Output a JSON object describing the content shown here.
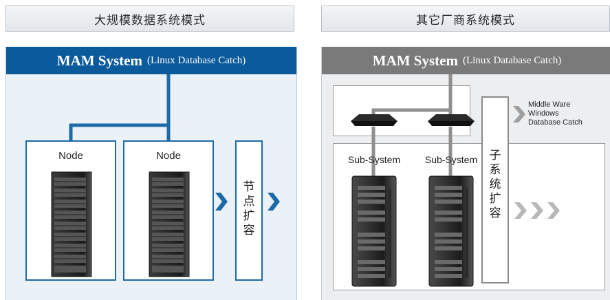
{
  "left": {
    "tab_title": "大规模数据系统模式",
    "header_main": "MAM System",
    "header_sub": "(Linux Database Catch)",
    "node_label_1": "Node",
    "node_label_2": "Node",
    "expand_label": [
      "节",
      "点",
      "扩",
      "容"
    ],
    "accent_color": "#0a5a9c"
  },
  "right": {
    "tab_title": "其它厂商系统模式",
    "header_main": "MAM System",
    "header_sub": "(Linux Database Catch)",
    "sub_label_1": "Sub-System",
    "sub_label_2": "Sub-System",
    "expand_label": [
      "子",
      "系",
      "统",
      "扩",
      "容"
    ],
    "middleware_lines": [
      "Middle Ware",
      "Windows",
      "Database Catch"
    ],
    "accent_color": "#7a7a7a"
  }
}
